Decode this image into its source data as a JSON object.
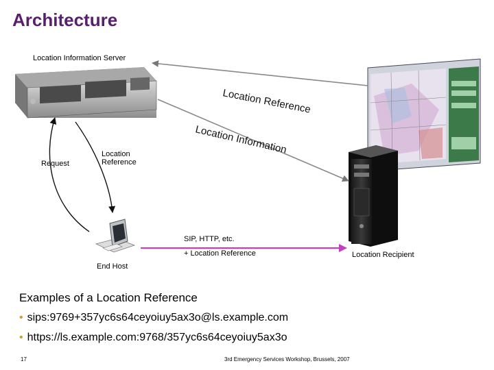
{
  "title": "Architecture",
  "labels": {
    "lis": "Location Information Server",
    "location_reference_arrow": "Location Reference",
    "location_information_arrow": "Location Information",
    "request": "Request",
    "location_reference_line1": "Location",
    "location_reference_line2": "Reference",
    "sip": "SIP, HTTP, etc.",
    "plus_location_reference": "+ Location Reference",
    "end_host": "End Host",
    "location_recipient": "Location Recipient"
  },
  "examples": {
    "heading": "Examples of a Location Reference",
    "items": [
      "sips:9769+357yc6s64ceyoiuy5ax3o@ls.example.com",
      "https://ls.example.com:9768/357yc6s64ceyoiuy5ax3o"
    ]
  },
  "footer": {
    "page_number": "17",
    "text": "3rd Emergency Services Workshop, Brussels, 2007"
  },
  "colors": {
    "title": "#5a1e6e",
    "bullet": "#c9a227",
    "sip_arrow": "#c040c0",
    "gray_arrow": "#888888"
  }
}
